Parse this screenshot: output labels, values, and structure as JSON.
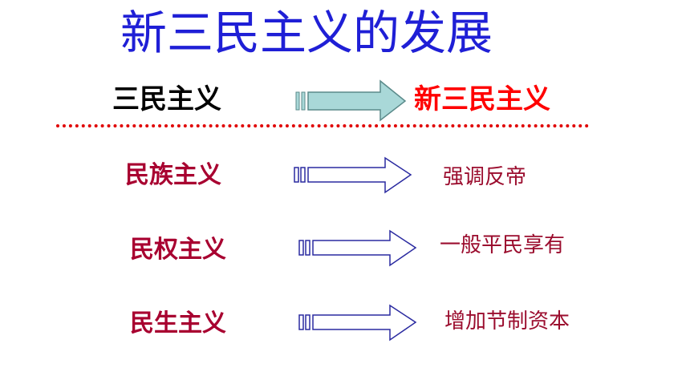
{
  "title": "新三民主义的发展",
  "header": {
    "old": "三民主义",
    "new": "新三民主义",
    "colors": {
      "title": "#1f1fd6",
      "old": "#000000",
      "new": "#ff0000",
      "divider": "#e00000"
    }
  },
  "rows": [
    {
      "principle": "民族主义",
      "meaning": "强调反帝"
    },
    {
      "principle": "民权主义",
      "meaning": "一般平民享有"
    },
    {
      "principle": "民生主义",
      "meaning": "增加节制资本"
    }
  ],
  "colors": {
    "principle": "#a80030",
    "meaning": "#9b0d2e",
    "arrow": "#2a2aa0",
    "main_arrow_fill": "#a9d8d8"
  }
}
